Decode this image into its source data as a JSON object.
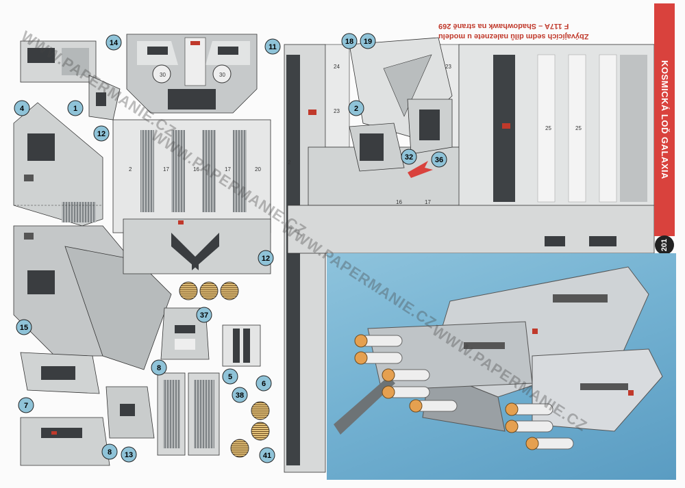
{
  "page": {
    "section_title": "KOSMICKÁ LOĎ GALAXIA",
    "page_number": "201",
    "note_line1": "Zbývajících sedm dílů naleznete u modelu",
    "note_line2": "F 117A – Shadowhawk na straně 269",
    "watermarks": [
      "WWW.PAPERMANIE.CZ",
      "WWW.PAPERMANIE.CZ",
      "WWW.PAPERMANIE.CZ",
      "WWW.PAPERMANIE.CZ"
    ],
    "colors": {
      "band": "#d9423d",
      "photo_background": "#6fb0d3",
      "part_grey": "#c8cbcb",
      "dark": "#3a3d40",
      "accent_red": "#c0392b",
      "badge": "#8fc3d8"
    }
  },
  "part_numbers": [
    "4",
    "1",
    "12",
    "14",
    "11",
    "15",
    "7",
    "8",
    "13",
    "37",
    "12",
    "8",
    "5",
    "6",
    "38",
    "41",
    "18",
    "19",
    "2",
    "32",
    "36"
  ],
  "dimension_labels": [
    "2",
    "17",
    "16",
    "17",
    "20",
    "30",
    "30",
    "24",
    "23",
    "25",
    "23",
    "25",
    "2",
    "16",
    "17"
  ]
}
